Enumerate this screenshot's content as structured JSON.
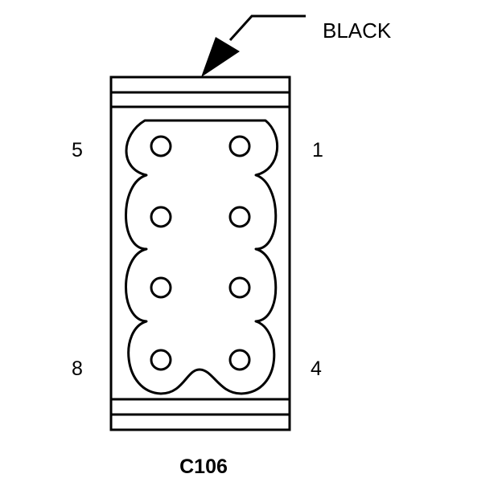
{
  "connector": {
    "id": "C106",
    "color_label": "BLACK"
  },
  "pins": {
    "top_left": "5",
    "top_right": "1",
    "bottom_left": "8",
    "bottom_right": "4"
  },
  "colors": {
    "line": "#000000",
    "background": "#ffffff"
  }
}
